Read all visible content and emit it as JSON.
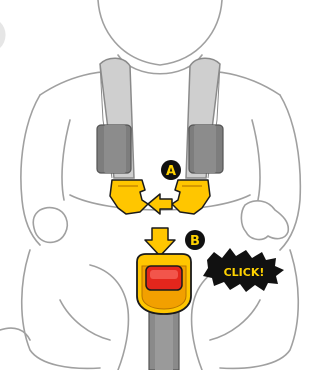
{
  "labels": {
    "step_a": "A",
    "step_b": "B",
    "click": "CLICK!"
  },
  "colors": {
    "outline": "#9a9a9a",
    "strap_fill": "#c9c9c9",
    "strap_dark": "#8f8f8f",
    "buckle_yellow": "#ffc600",
    "buckle_orange": "#f2a000",
    "button_red": "#e3261c",
    "badge_black": "#111111",
    "badge_text_yellow": "#ffd200"
  },
  "icons": {
    "left_arrow": "arrow-left-icon",
    "down_arrow": "arrow-down-icon",
    "click_burst": "click-burst-icon"
  }
}
